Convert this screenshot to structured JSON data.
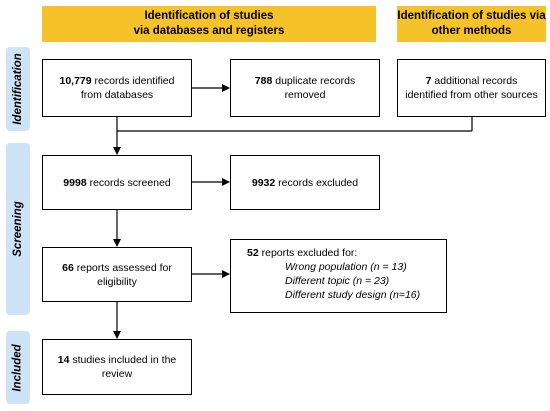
{
  "headers": {
    "databases": [
      "Identification of studies",
      "via databases and registers"
    ],
    "other": [
      "Identification of studies via",
      "other methods"
    ]
  },
  "phases": {
    "identification": "Identification",
    "screening": "Screening",
    "included": "Included"
  },
  "boxes": {
    "identified_db": {
      "count": "10,779",
      "line1": " records identified",
      "line2": "from databases"
    },
    "duplicates": {
      "count": "788",
      "line1": " duplicate records",
      "line2": "removed"
    },
    "other_sources": {
      "count": "7",
      "line1": " additional records",
      "line2": "identified from other sources"
    },
    "screened": {
      "count": "9998",
      "text": " records screened"
    },
    "excluded": {
      "count": "9932",
      "text": " records excluded"
    },
    "assessed": {
      "count": "66",
      "line1": " reports assessed for",
      "line2": "eligibility"
    },
    "reports_excluded": {
      "count": "52",
      "text": " reports excluded for:",
      "reasons": [
        "Wrong population (n = 13)",
        "Different topic (n = 23)",
        "Different study design (n=16)"
      ]
    },
    "included": {
      "count": "14",
      "line1": " studies included in the",
      "line2": "review"
    }
  }
}
